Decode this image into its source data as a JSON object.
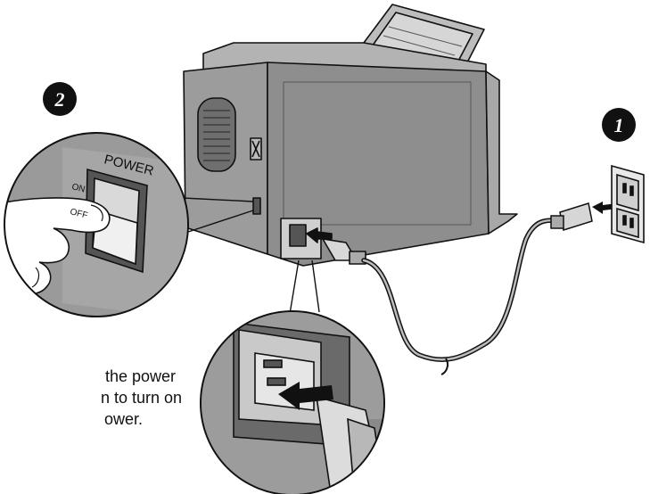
{
  "steps": {
    "step1": "1",
    "step2": "2"
  },
  "switch_labels": {
    "power": "POWER",
    "on": "ON",
    "off": "OFF"
  },
  "caption": {
    "line1": "the power",
    "line2": "n to turn on",
    "line3": "ower."
  },
  "colors": {
    "body": "#9a9a9a",
    "body_dark": "#7a7a7a",
    "body_light": "#c4c4c4",
    "outline": "#111111",
    "badge": "#111111"
  }
}
